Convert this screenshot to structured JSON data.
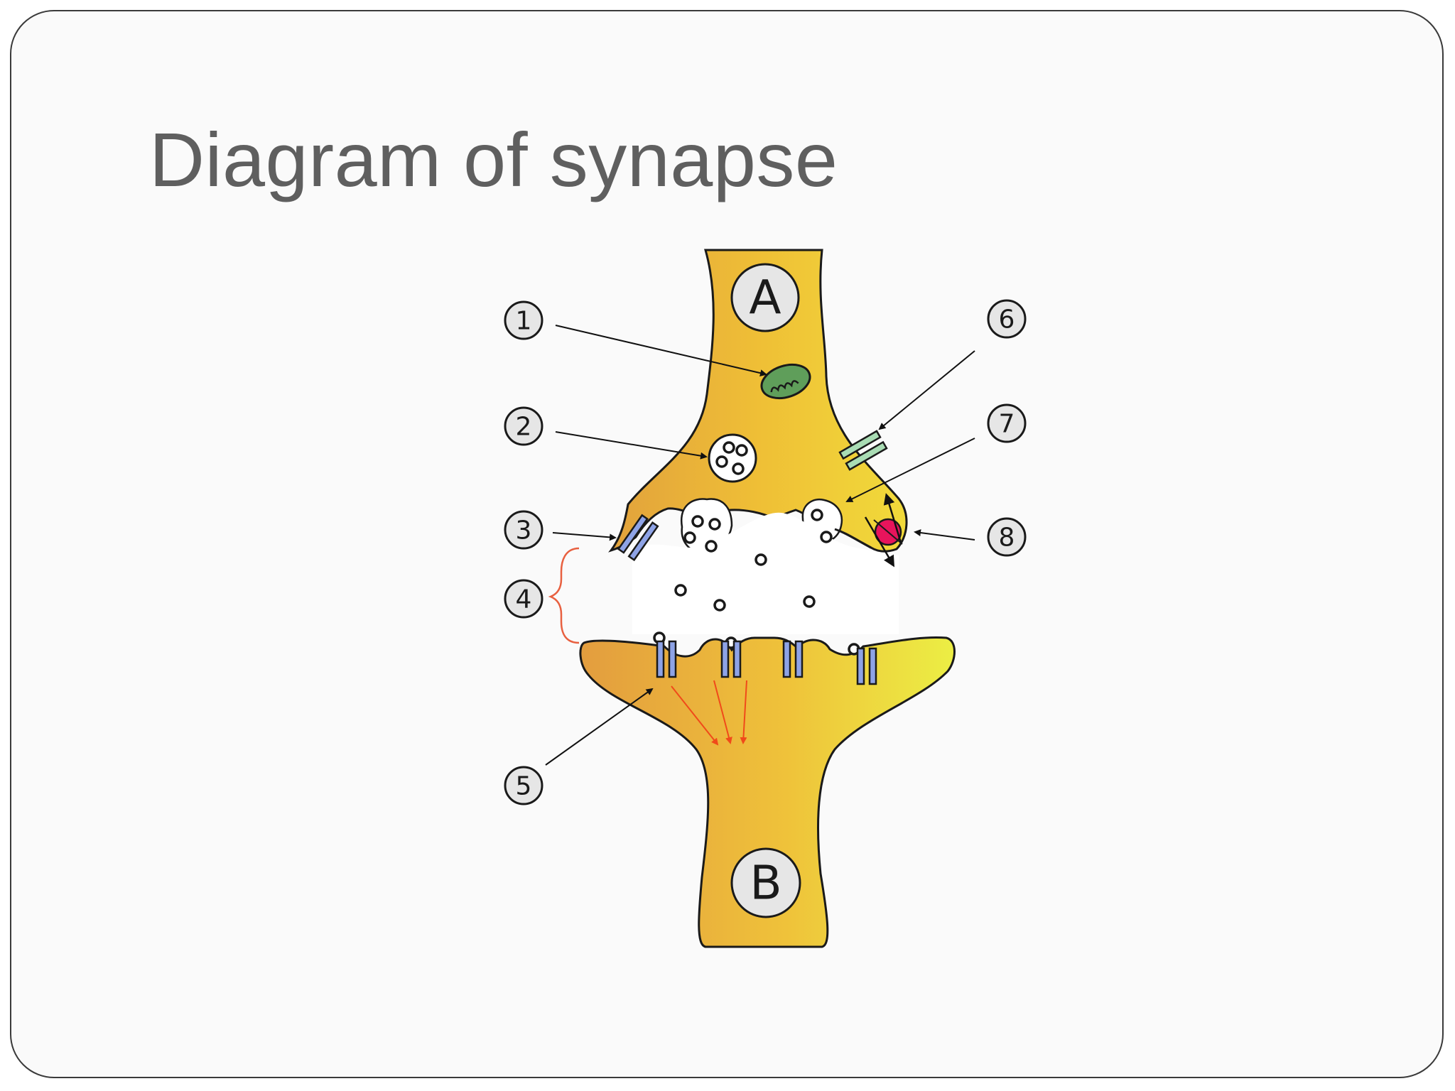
{
  "slide": {
    "title": "Diagram of synapse"
  },
  "diagram": {
    "neuron_labels": {
      "presynaptic": "A",
      "postsynaptic": "B"
    },
    "callouts": [
      {
        "number": "1",
        "target": "mitochondrion"
      },
      {
        "number": "2",
        "target": "synaptic-vesicle"
      },
      {
        "number": "3",
        "target": "presynaptic-channel"
      },
      {
        "number": "4",
        "target": "synaptic-cleft"
      },
      {
        "number": "5",
        "target": "postsynaptic-receptor"
      },
      {
        "number": "6",
        "target": "membrane-receptor"
      },
      {
        "number": "7",
        "target": "presynaptic-membrane"
      },
      {
        "number": "8",
        "target": "reuptake-pump"
      }
    ],
    "colors": {
      "neuron_fill_dark": "#e0a83a",
      "neuron_fill_mid": "#f0c23a",
      "neuron_fill_light": "#ecec44",
      "mitochondrion": "#5f9e5a",
      "channel": "#8ea3e6",
      "receptor_green": "#a9dcb4",
      "pump": "#e8145c",
      "signal_arrow": "#f04a1a",
      "cleft_brace": "#e86040"
    },
    "icons": [
      "mitochondrion-icon",
      "vesicle-icon",
      "ion-channel-icon",
      "receptor-icon",
      "pump-icon"
    ]
  }
}
